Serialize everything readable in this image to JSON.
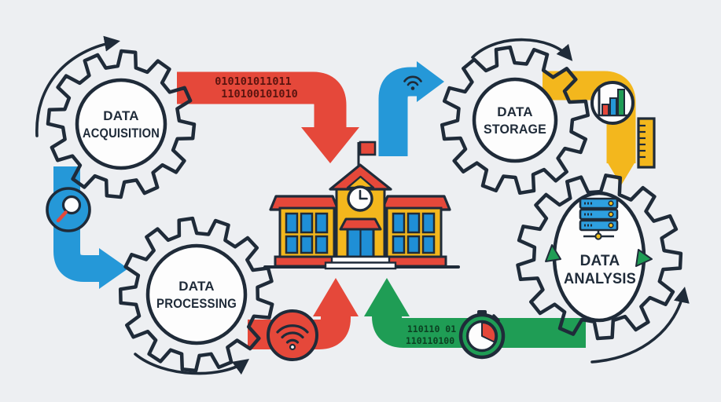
{
  "colors": {
    "bg": "#edeff2",
    "ink": "#1f2b39",
    "white": "#fdfdfd",
    "red": "#e5483a",
    "yellow": "#f3b71d",
    "green": "#1f9d55",
    "blue": "#2598d8",
    "window_blue": "#1f8fd6",
    "server_blue": "#2e9fe0",
    "icon_yellow": "#f2c11d",
    "binary_red": "#5a140f",
    "binary_green": "#0c4022"
  },
  "gears": [
    {
      "id": "data-acquisition",
      "line1": "DATA",
      "line2": "ACQUISITION",
      "color": "#e5483a"
    },
    {
      "id": "data-processing",
      "line1": "DATA",
      "line2": "PROCESSING",
      "color": "#f3b71d"
    },
    {
      "id": "data-storage",
      "line1": "DATA",
      "line2": "STORAGE",
      "color": "#f3b71d"
    },
    {
      "id": "data-analysis",
      "line1": "DATA",
      "line2": "ANALYSIS",
      "color": "#1f9d55"
    }
  ],
  "flows": [
    {
      "id": "acquisition-to-school",
      "color": "#e5483a",
      "label_line1": "010101011011",
      "label_line2": "110100101010"
    },
    {
      "id": "school-to-storage",
      "color": "#2598d8",
      "icon": "wifi-icon"
    },
    {
      "id": "acquisition-to-processing",
      "color": "#2598d8",
      "icon": "magnifier-icon"
    },
    {
      "id": "processing-to-school",
      "color": "#e5483a",
      "icon": "wifi-icon"
    },
    {
      "id": "analysis-to-school",
      "color": "#1f9d55",
      "label_line1": "110110 01",
      "label_line2": "110110100",
      "icon": "stopwatch-icon"
    },
    {
      "id": "storage-to-analysis",
      "color": "#f3b71d",
      "icon": "bar-chart-icon, ruler-icon"
    }
  ],
  "center_illustration": "school-building",
  "icons": {
    "wifi": "wifi-icon",
    "magnifier": "magnifier-icon",
    "stopwatch": "stopwatch-icon",
    "bar_chart": "bar-chart-icon",
    "ruler": "ruler-icon",
    "server_stack": "server-stack-icon",
    "clock": "clock-icon",
    "flag": "flag-icon",
    "cycle_arrows": "cycle-arrows-icon",
    "curved_arrow": "curved-arrow-icon"
  }
}
